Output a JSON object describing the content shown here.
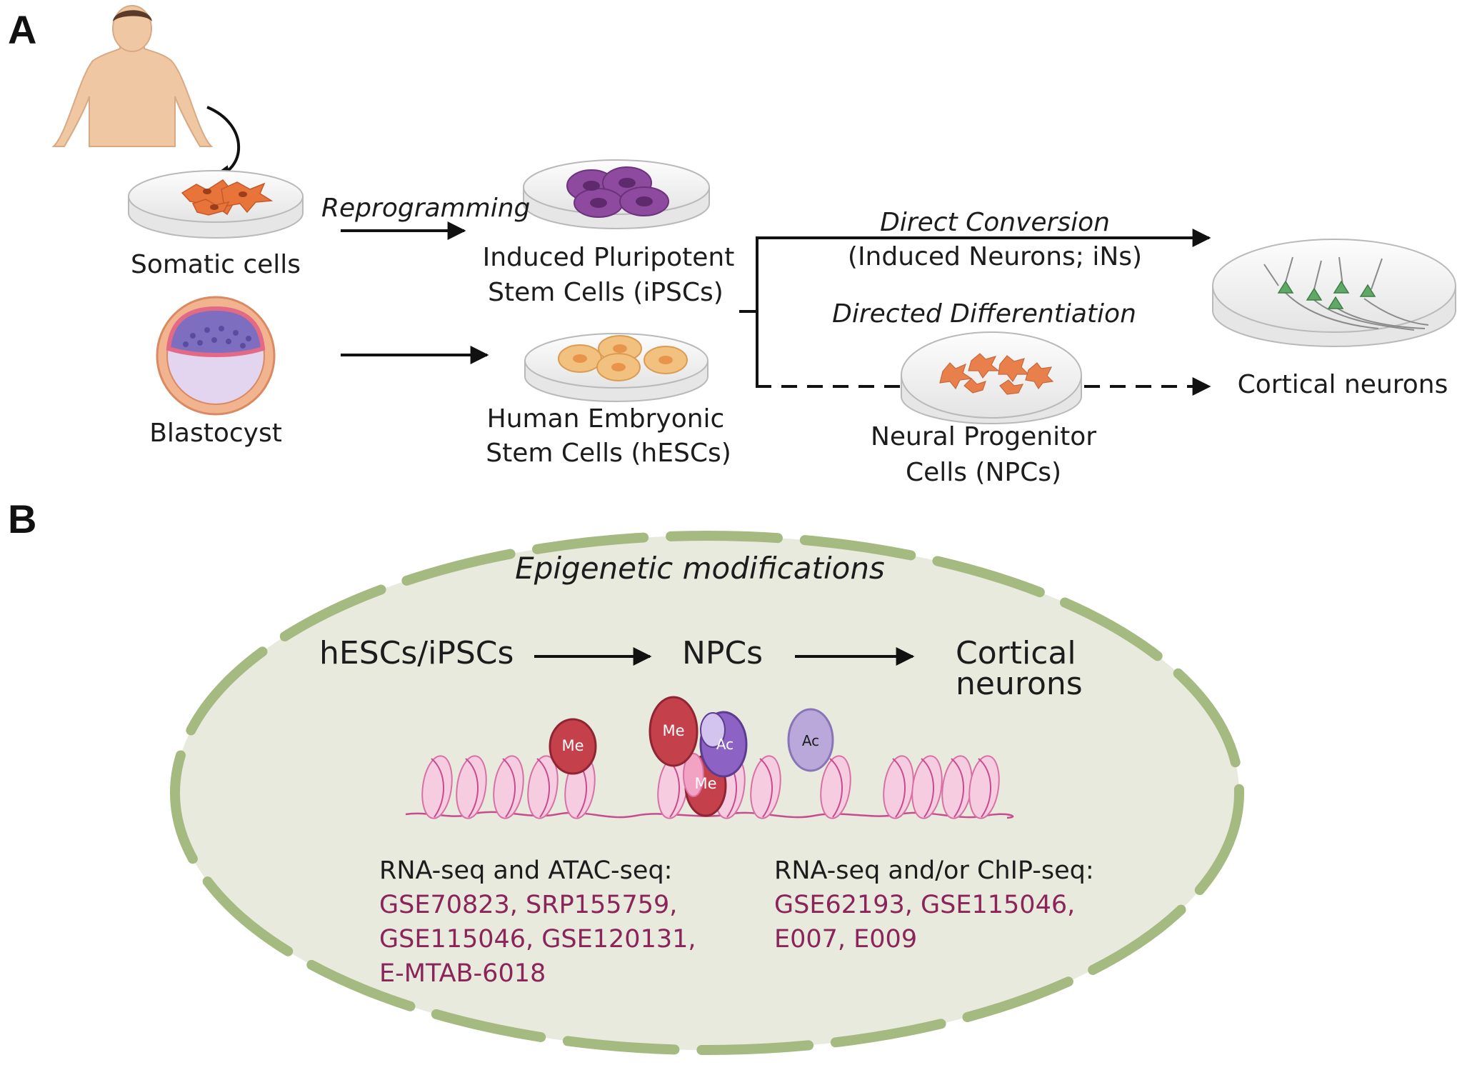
{
  "panel_a": {
    "label": "A",
    "somatic_cells": "Somatic cells",
    "blastocyst": "Blastocyst",
    "reprogramming": "Reprogramming",
    "ipsc_line1": "Induced Pluripotent",
    "ipsc_line2": "Stem Cells (iPSCs)",
    "hesc_line1": "Human Embryonic",
    "hesc_line2": "Stem Cells (hESCs)",
    "direct_conversion": "Direct Conversion",
    "induced_neurons": "(Induced Neurons; iNs)",
    "directed_differentiation": "Directed Differentiation",
    "npc_line1": "Neural Progenitor",
    "npc_line2": "Cells (NPCs)",
    "cortical_neurons": "Cortical neurons"
  },
  "panel_b": {
    "label": "B",
    "title": "Epigenetic modifications",
    "stage1": "hESCs/iPSCs",
    "stage2": "NPCs",
    "stage3_line1": "Cortical",
    "stage3_line2": "neurons",
    "marks": {
      "me": "Me",
      "ac": "Ac"
    },
    "left_heading": "RNA-seq and ATAC-seq:",
    "left_datasets": [
      "GSE70823, SRP155759,",
      "GSE115046,  GSE120131,",
      "E-MTAB-6018"
    ],
    "right_heading": "RNA-seq and/or ChIP-seq:",
    "right_datasets": [
      "GSE62193,  GSE115046,",
      "E007, E009"
    ]
  },
  "colors": {
    "accession_text": "#8a2459",
    "cell_membrane": "#a4ba80",
    "nucleus_fill": "#e7eadc",
    "methyl_mark": "#c4404a",
    "acetyl_mark": "#b9a8d9",
    "nucleosome": "#f3c6d9",
    "ipsc_cells": "#8e4a9e",
    "hesc_cells": "#f2c07f",
    "fibroblast": "#e8743a",
    "neuron": "#5fa865"
  }
}
